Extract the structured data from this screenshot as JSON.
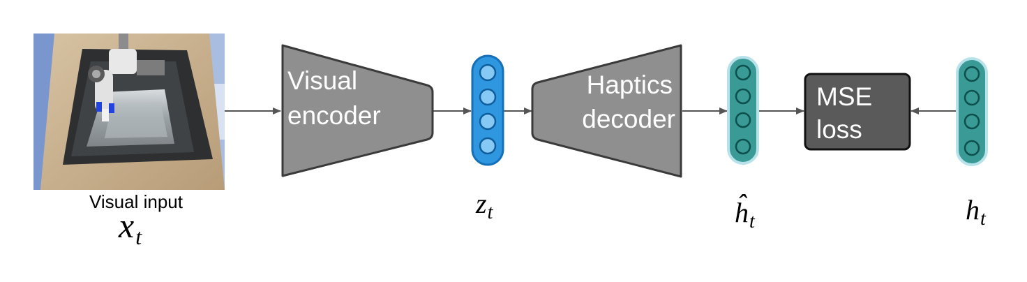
{
  "input": {
    "caption": "Visual input",
    "symbol": "x",
    "subscript": "t"
  },
  "encoder": {
    "line1": "Visual",
    "line2": "encoder"
  },
  "latent": {
    "symbol": "z",
    "subscript": "t"
  },
  "decoder": {
    "line1": "Haptics",
    "line2": "decoder"
  },
  "prediction": {
    "symbol": "h",
    "hat": "ˆ",
    "subscript": "t"
  },
  "loss": {
    "line1": "MSE",
    "line2": "loss"
  },
  "target": {
    "symbol": "h",
    "subscript": "t"
  },
  "colors": {
    "block_fill": "#8f8f8f",
    "block_stroke": "#3a3a3a",
    "loss_fill": "#5a5a5a",
    "latent_fill": "#2f97e0",
    "latent_stroke": "#1670b8",
    "haptic_fill": "#3a9a96",
    "haptic_stroke": "#b8e2ea",
    "arrow": "#555555"
  }
}
